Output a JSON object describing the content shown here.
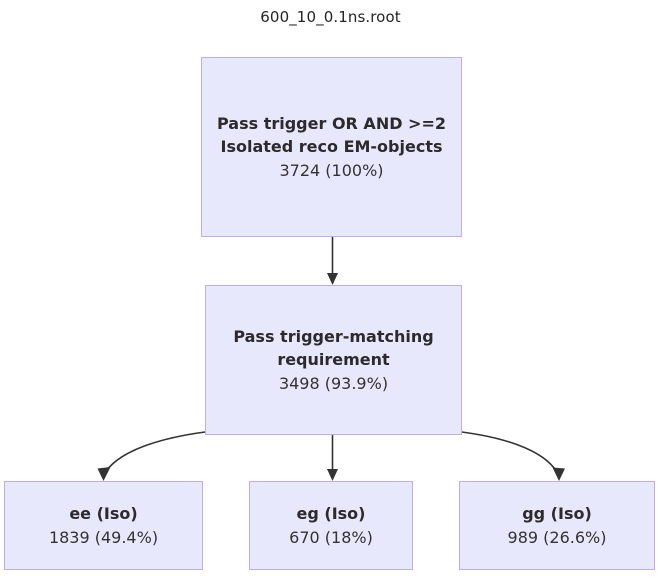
{
  "title": "600_10_0.1ns.root",
  "diagram": {
    "type": "flowchart",
    "orientation": "top-down",
    "node_fill": "#e8e8fc",
    "node_border": "#c2abe8",
    "edge_color": "#333333",
    "nodes": [
      {
        "id": "root",
        "label": "Pass trigger OR AND >=2 Isolated reco EM-objects",
        "label_lines": [
          "Pass trigger OR",
          "AND >=2",
          "Isolated reco EM-",
          "objects"
        ],
        "count": 3724,
        "percent": "100%",
        "count_text": "3724 (100%)"
      },
      {
        "id": "match",
        "label": "Pass trigger-matching requirement",
        "label_lines": [
          "Pass trigger-",
          "matching",
          "requirement"
        ],
        "count": 3498,
        "percent": "93.9%",
        "count_text": "3498 (93.9%)"
      },
      {
        "id": "ee",
        "label": "ee (Iso)",
        "label_lines": [
          "ee (Iso)"
        ],
        "count": 1839,
        "percent": "49.4%",
        "count_text": "1839 (49.4%)"
      },
      {
        "id": "eg",
        "label": "eg (Iso)",
        "label_lines": [
          "eg (Iso)"
        ],
        "count": 670,
        "percent": "18%",
        "count_text": "670 (18%)"
      },
      {
        "id": "gg",
        "label": "gg (Iso)",
        "label_lines": [
          "gg (Iso)"
        ],
        "count": 989,
        "percent": "26.6%",
        "count_text": "989 (26.6%)"
      }
    ],
    "edges": [
      {
        "from": "root",
        "to": "match",
        "style": "straight-arrow"
      },
      {
        "from": "match",
        "to": "ee",
        "style": "curved-arrow"
      },
      {
        "from": "match",
        "to": "eg",
        "style": "straight-arrow"
      },
      {
        "from": "match",
        "to": "gg",
        "style": "curved-arrow"
      }
    ]
  }
}
